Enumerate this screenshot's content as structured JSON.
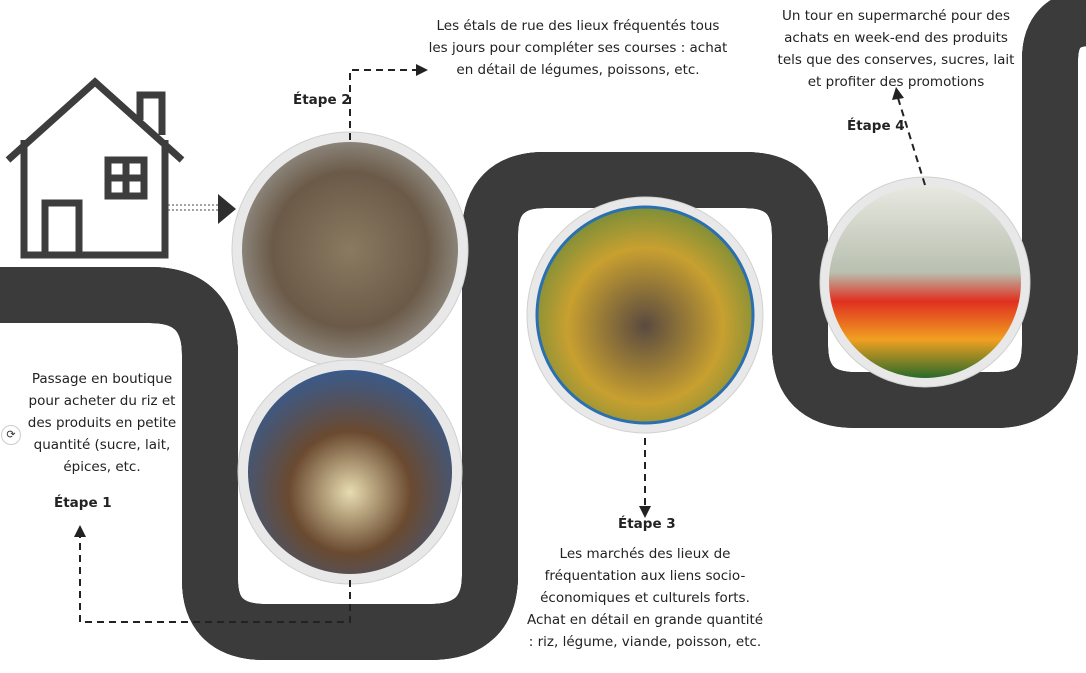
{
  "steps": [
    {
      "label": "Étape 1",
      "description": "Passage en boutique pour acheter du riz et des produits en petite quantité (sucre, lait, épices, etc."
    },
    {
      "label": "Étape 2",
      "description": "Les étals de rue des lieux fréquentés tous les jours pour compléter ses courses : achat en détail de légumes, poissons, etc."
    },
    {
      "label": "Étape 3",
      "description": "Les marchés des lieux de fréquentation aux liens socio-économiques et culturels forts. Achat en détail en grande quantité : riz, légume, viande, poisson, etc."
    },
    {
      "label": "Étape 4",
      "description": "Un tour en supermarché pour des achats en week-end des produits tels que des conserves, sucres, lait et profiter des promotions"
    }
  ],
  "icons": {
    "home": "house-icon",
    "rotate": "rotate-icon"
  },
  "colors": {
    "road": "#3b3b3b",
    "road_edge": "#e6e6e6",
    "lane": "#ffffff",
    "market_ring": "#2a6fb0"
  }
}
